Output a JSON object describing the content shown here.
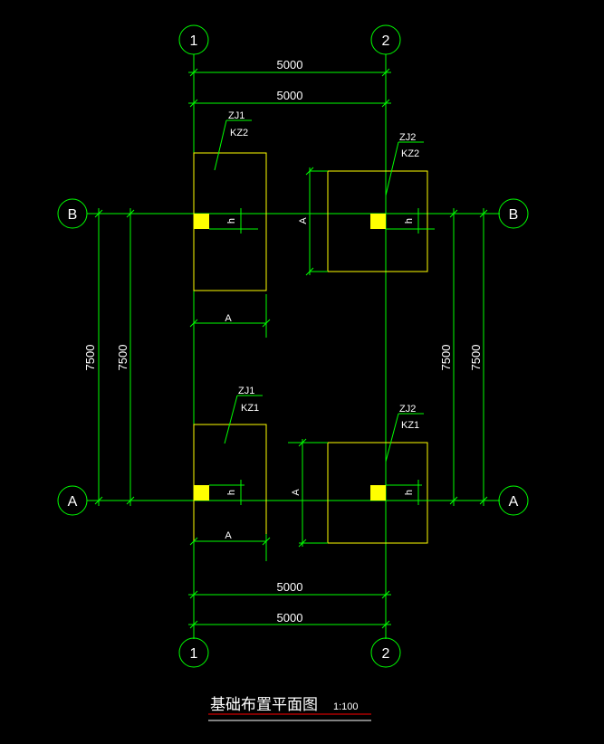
{
  "colors": {
    "background": "#000000",
    "grid": "#00ff00",
    "footing": "#ffff00",
    "column": "#ffff00",
    "text": "#ffffff",
    "title_underline": "#ff0000"
  },
  "axes": {
    "col_1": "1",
    "col_2": "2",
    "row_b": "B",
    "row_a": "A"
  },
  "dimensions": {
    "top_outer": "5000",
    "top_inner": "5000",
    "bottom_inner": "5000",
    "bottom_outer": "5000",
    "left_outer": "7500",
    "left_inner": "7500",
    "right_inner": "7500",
    "right_outer": "7500"
  },
  "footings": {
    "tl": {
      "zj": "ZJ1",
      "kz": "KZ2",
      "a": "A",
      "h": "h"
    },
    "tr": {
      "zj": "ZJ2",
      "kz": "KZ2",
      "a": "A",
      "h": "h"
    },
    "bl": {
      "zj": "ZJ1",
      "kz": "KZ1",
      "a": "A",
      "h": "h"
    },
    "br": {
      "zj": "ZJ2",
      "kz": "KZ1",
      "a": "A",
      "h": "h"
    }
  },
  "title": {
    "text": "基础布置平面图",
    "scale": "1:100"
  }
}
